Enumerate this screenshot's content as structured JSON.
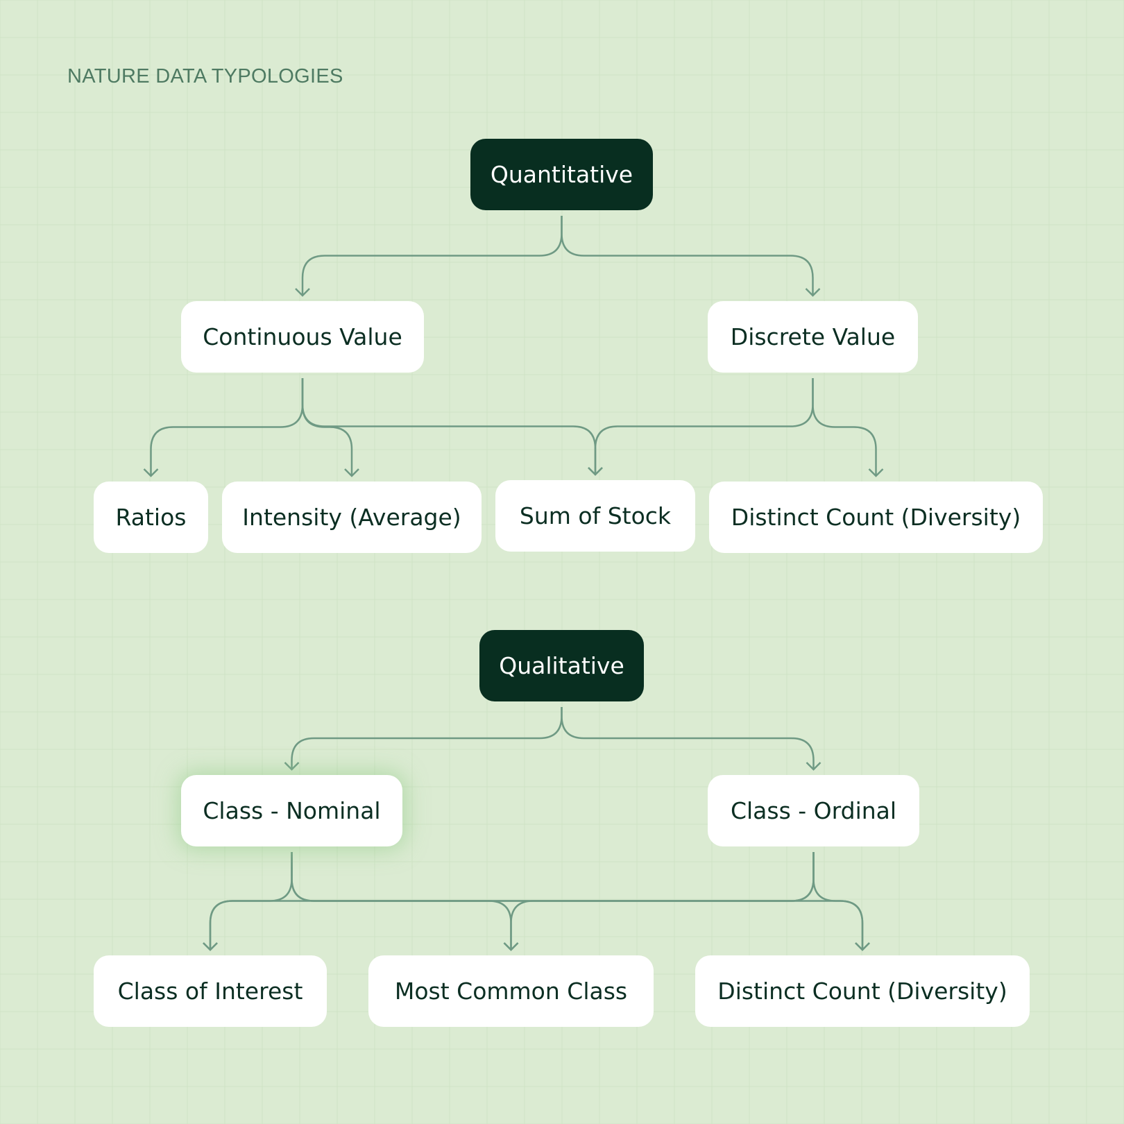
{
  "title": "NATURE DATA TYPOLOGIES",
  "colors": {
    "background": "#dbebd2",
    "root_fill": "#082e20",
    "root_text": "#ffffff",
    "leaf_fill": "#ffffff",
    "leaf_text": "#0b2e22",
    "connector": "#6f9a84",
    "title_text": "#4e7a62"
  },
  "quantitative": {
    "root": "Quantitative",
    "branches": {
      "continuous": "Continuous Value",
      "discrete": "Discrete Value"
    },
    "leaves": {
      "ratios": "Ratios",
      "intensity": "Intensity (Average)",
      "sum_of_stock": "Sum of Stock",
      "distinct_count": "Distinct Count (Diversity)"
    }
  },
  "qualitative": {
    "root": "Qualitative",
    "branches": {
      "nominal": "Class - Nominal",
      "ordinal": "Class - Ordinal"
    },
    "leaves": {
      "class_of_interest": "Class of Interest",
      "most_common_class": "Most Common Class",
      "distinct_count": "Distinct Count (Diversity)"
    }
  },
  "edges": [
    [
      "n-quantitative",
      "n-continuous"
    ],
    [
      "n-quantitative",
      "n-discrete"
    ],
    [
      "n-continuous",
      "n-ratios"
    ],
    [
      "n-continuous",
      "n-intensity"
    ],
    [
      "n-continuous",
      "n-sum"
    ],
    [
      "n-discrete",
      "n-sum"
    ],
    [
      "n-discrete",
      "n-distinct1"
    ],
    [
      "n-qualitative",
      "n-nominal"
    ],
    [
      "n-qualitative",
      "n-ordinal"
    ],
    [
      "n-nominal",
      "n-interest"
    ],
    [
      "n-nominal",
      "n-common"
    ],
    [
      "n-nominal",
      "n-distinct2"
    ],
    [
      "n-ordinal",
      "n-interest"
    ],
    [
      "n-ordinal",
      "n-common"
    ],
    [
      "n-ordinal",
      "n-distinct2"
    ]
  ]
}
